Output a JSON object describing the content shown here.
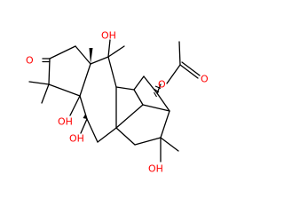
{
  "structure": {
    "colors": {
      "bond": "#000000",
      "oxygen": "#ff0000",
      "background": "#ffffff"
    },
    "atom_labels": {
      "ketone_o": "O",
      "oh_top": "OH",
      "ester_o": "O",
      "acetyl_o": "O",
      "oh_mid": "OH",
      "oh_low": "OH",
      "oh_right": "OH"
    }
  }
}
